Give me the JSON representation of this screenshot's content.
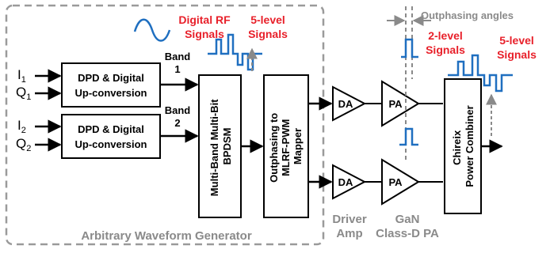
{
  "inputs": {
    "i1": "I",
    "i1_sub": "1",
    "q1": "Q",
    "q1_sub": "1",
    "i2": "I",
    "i2_sub": "2",
    "q2": "Q",
    "q2_sub": "2"
  },
  "dpd1": {
    "line1": "DPD & Digital",
    "line2": "Up-conversion"
  },
  "dpd2": {
    "line1": "DPD & Digital",
    "line2": "Up-conversion"
  },
  "band1": {
    "line1": "Band",
    "line2": "1"
  },
  "band2": {
    "line1": "Band",
    "line2": "2"
  },
  "bpdsm": {
    "line1": "Multi-Band Multi-Bit",
    "line2": "BPDSM"
  },
  "mapper": {
    "line1": "Outphasing to",
    "line2": "MLRF-PWM",
    "line3": "Mapper"
  },
  "awg_label": "Arbitrary Waveform Generator",
  "digital_rf": {
    "line1": "Digital RF",
    "line2": "Signals"
  },
  "five_level_a": {
    "line1": "5-level",
    "line2": "Signals"
  },
  "two_level": {
    "line1": "2-level",
    "line2": "Signals"
  },
  "five_level_b": {
    "line1": "5-level",
    "line2": "Signals"
  },
  "outphasing_angles": "Outphasing angles",
  "da_top": "DA",
  "da_bottom": "DA",
  "pa_top": "PA",
  "pa_bottom": "PA",
  "driver_amp": {
    "line1": "Driver",
    "line2": "Amp"
  },
  "gan": {
    "line1": "GaN",
    "line2": "Class-D PA"
  },
  "combiner": {
    "line1": "Chireix",
    "line2": "Power Combiner"
  },
  "colors": {
    "red": "#e8202a",
    "blue": "#1f6fc0",
    "gray": "#8a8a8a",
    "black": "#000000"
  }
}
